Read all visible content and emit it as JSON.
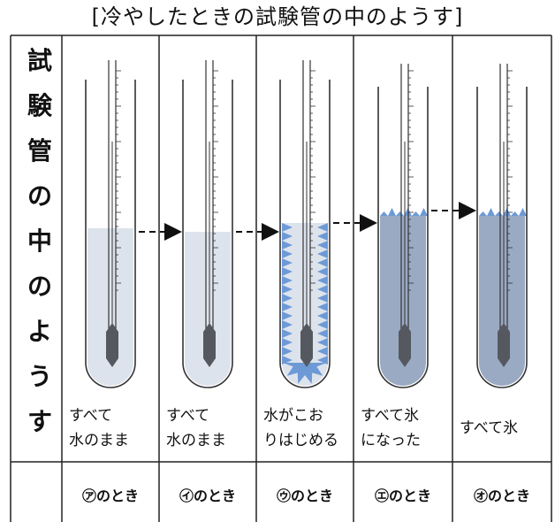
{
  "title": "[冷やしたときの試験管の中のようす]",
  "side_label": [
    "試",
    "験",
    "管",
    "の",
    "中",
    "の",
    "よ",
    "う",
    "す"
  ],
  "columns": [
    {
      "caption_lines": [
        "すべて",
        "水のまま"
      ],
      "footer": "㋐のとき",
      "state": "water"
    },
    {
      "caption_lines": [
        "すべて",
        "水のまま"
      ],
      "footer": "㋑のとき",
      "state": "water"
    },
    {
      "caption_lines": [
        "水がこお",
        "りはじめる"
      ],
      "footer": "㋒のとき",
      "state": "freezing"
    },
    {
      "caption_lines": [
        "すべて氷",
        "になった"
      ],
      "footer": "㋓のとき",
      "state": "ice"
    },
    {
      "caption_lines": [
        "すべて氷"
      ],
      "footer": "㋔のとき",
      "state": "ice"
    }
  ],
  "colors": {
    "water": "#dde3ec",
    "ice": "#9aaac3",
    "ice_crystal": "#6d9ad6",
    "thermometer_bulb": "#55595f",
    "line": "#222222"
  }
}
